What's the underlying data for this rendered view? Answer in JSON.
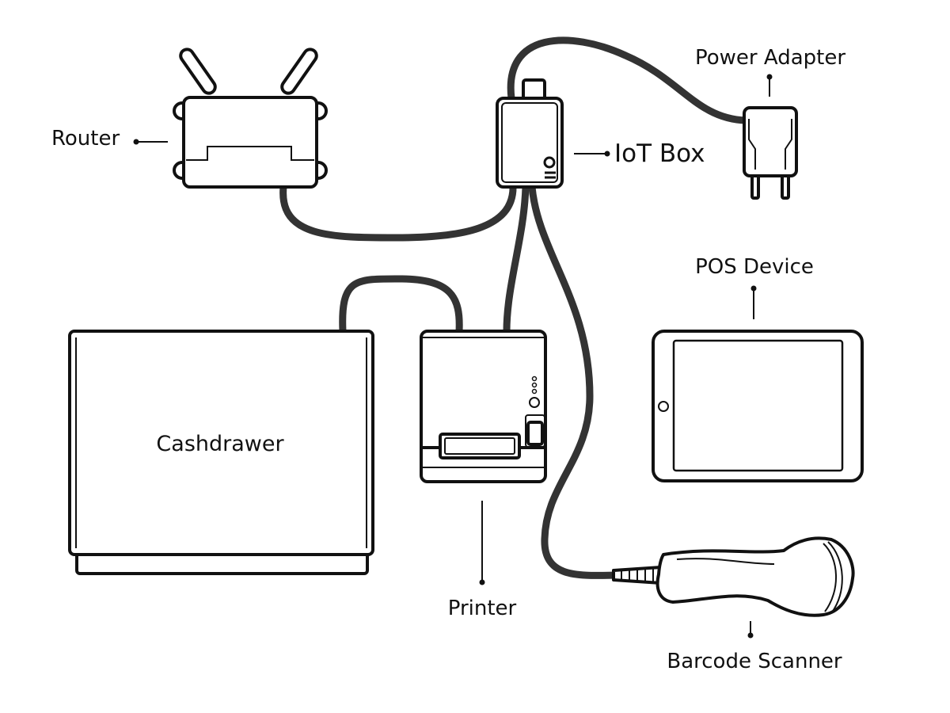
{
  "labels": {
    "router": "Router",
    "iot_box": "IoT Box",
    "power_adapter": "Power Adapter",
    "pos_device": "POS Device",
    "cashdrawer": "Cashdrawer",
    "printer": "Printer",
    "barcode_scanner": "Barcode Scanner"
  },
  "colors": {
    "outline": "#111111",
    "cable": "#333333",
    "background": "#ffffff"
  }
}
